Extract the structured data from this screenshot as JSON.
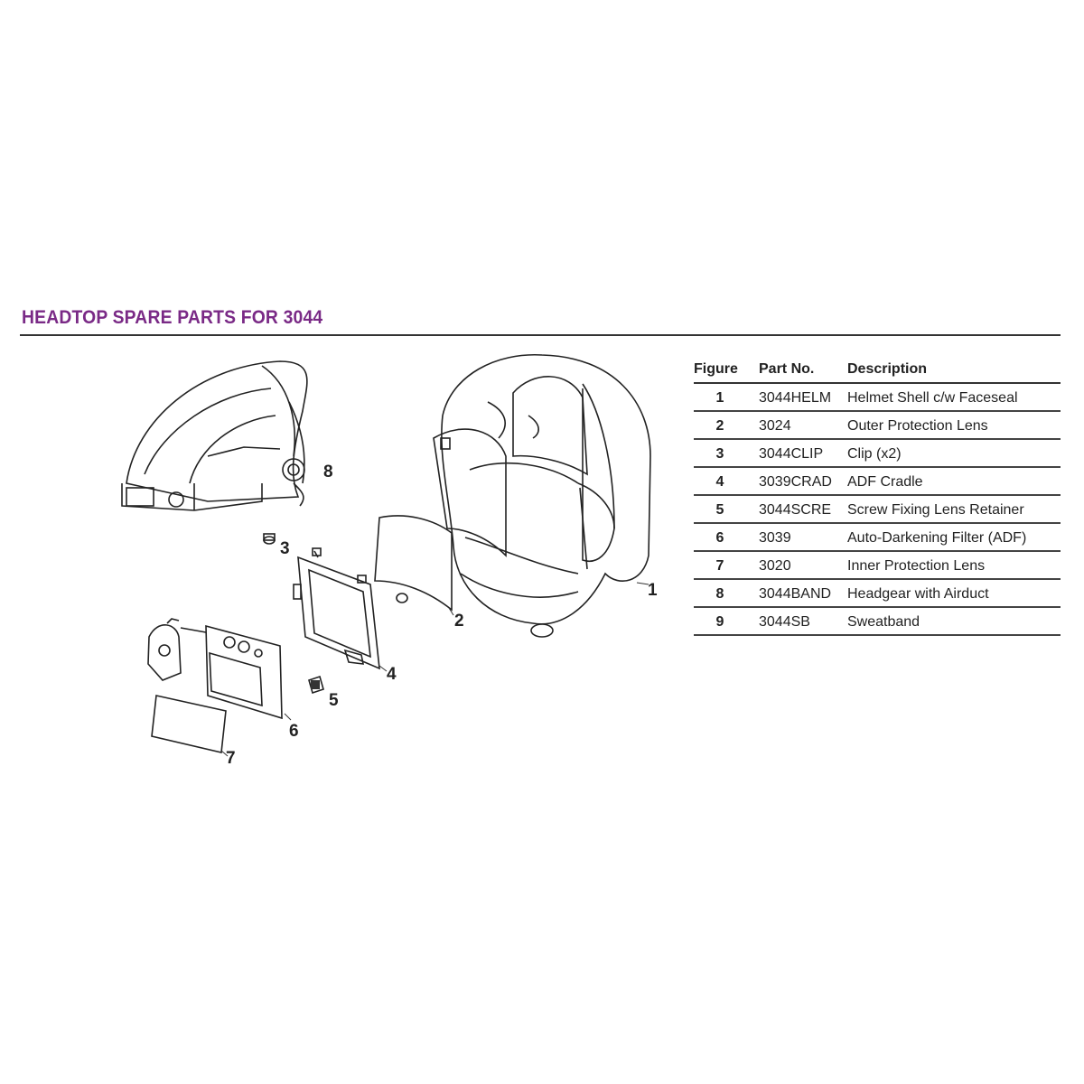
{
  "title": "HEADTOP SPARE PARTS FOR 3044",
  "colors": {
    "title": "#7a2a86",
    "rule": "#333333"
  },
  "callouts": [
    "1",
    "2",
    "3",
    "4",
    "5",
    "6",
    "7",
    "8"
  ],
  "table": {
    "headers": {
      "figure": "Figure",
      "part_no": "Part No.",
      "description": "Description"
    },
    "rows": [
      {
        "figure": "1",
        "part_no": "3044HELM",
        "description": "Helmet Shell c/w Faceseal"
      },
      {
        "figure": "2",
        "part_no": "3024",
        "description": "Outer Protection Lens"
      },
      {
        "figure": "3",
        "part_no": "3044CLIP",
        "description": "Clip (x2)"
      },
      {
        "figure": "4",
        "part_no": "3039CRAD",
        "description": "ADF Cradle"
      },
      {
        "figure": "5",
        "part_no": "3044SCRE",
        "description": "Screw Fixing Lens Retainer"
      },
      {
        "figure": "6",
        "part_no": "3039",
        "description": "Auto-Darkening Filter (ADF)"
      },
      {
        "figure": "7",
        "part_no": "3020",
        "description": "Inner Protection Lens"
      },
      {
        "figure": "8",
        "part_no": "3044BAND",
        "description": "Headgear with Airduct"
      },
      {
        "figure": "9",
        "part_no": "3044SB",
        "description": "Sweatband"
      }
    ]
  }
}
